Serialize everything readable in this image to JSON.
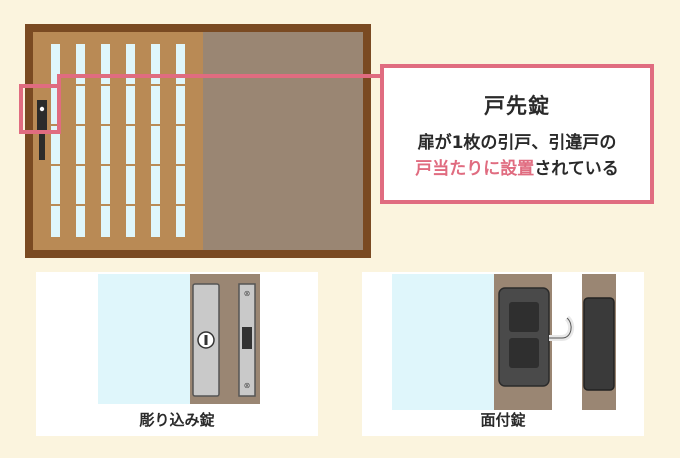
{
  "callout": {
    "title": "戸先錠",
    "line1": "扉が1枚の引戸、引違戸の",
    "line2_highlight": "戸当たりに設置",
    "line2_rest": "されている"
  },
  "captions": {
    "mortise_lock": "彫り込み錠",
    "surface_lock": "面付錠"
  },
  "colors": {
    "background": "#fbf4de",
    "accent": "#e06c80",
    "frame": "#7a4a22",
    "door_wood": "#b98a55",
    "wall": "#9a8673",
    "glass": "#dff6fb",
    "metal": "#c9c9c9",
    "dark_lock": "#4a4a4a"
  }
}
